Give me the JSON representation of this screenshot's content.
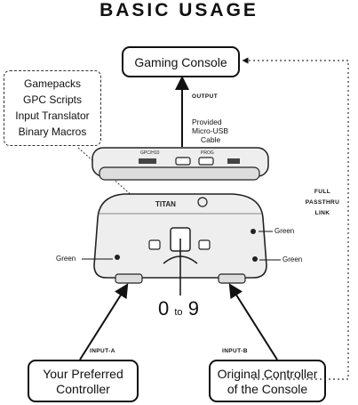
{
  "title": "BASIC USAGE",
  "boxes": {
    "gaming_console": "Gaming Console",
    "your_controller": [
      "Your Preferred",
      "Controller"
    ],
    "original_controller": [
      "Original Controller",
      "of the Console"
    ]
  },
  "features": [
    "Gamepacks",
    "GPC Scripts",
    "Input Translator",
    "Binary Macros"
  ],
  "labels": {
    "output": "OUTPUT",
    "cable": [
      "Provided",
      "Micro-USB",
      "Cable"
    ],
    "passthru": [
      "FULL",
      "PASSTHRU",
      "LINK"
    ],
    "input_a": "INPUT-A",
    "input_b": "INPUT-B",
    "slot_range_from": "0",
    "slot_range_to": "to",
    "slot_range_end": "9",
    "green_label": "Green"
  },
  "device": {
    "brand": "TITAN",
    "top_text_1": "GPC/H10",
    "top_text_2": "PROG"
  },
  "colors": {
    "line": "#111111",
    "device_body": "#eeeeee",
    "device_dark": "#444444"
  }
}
